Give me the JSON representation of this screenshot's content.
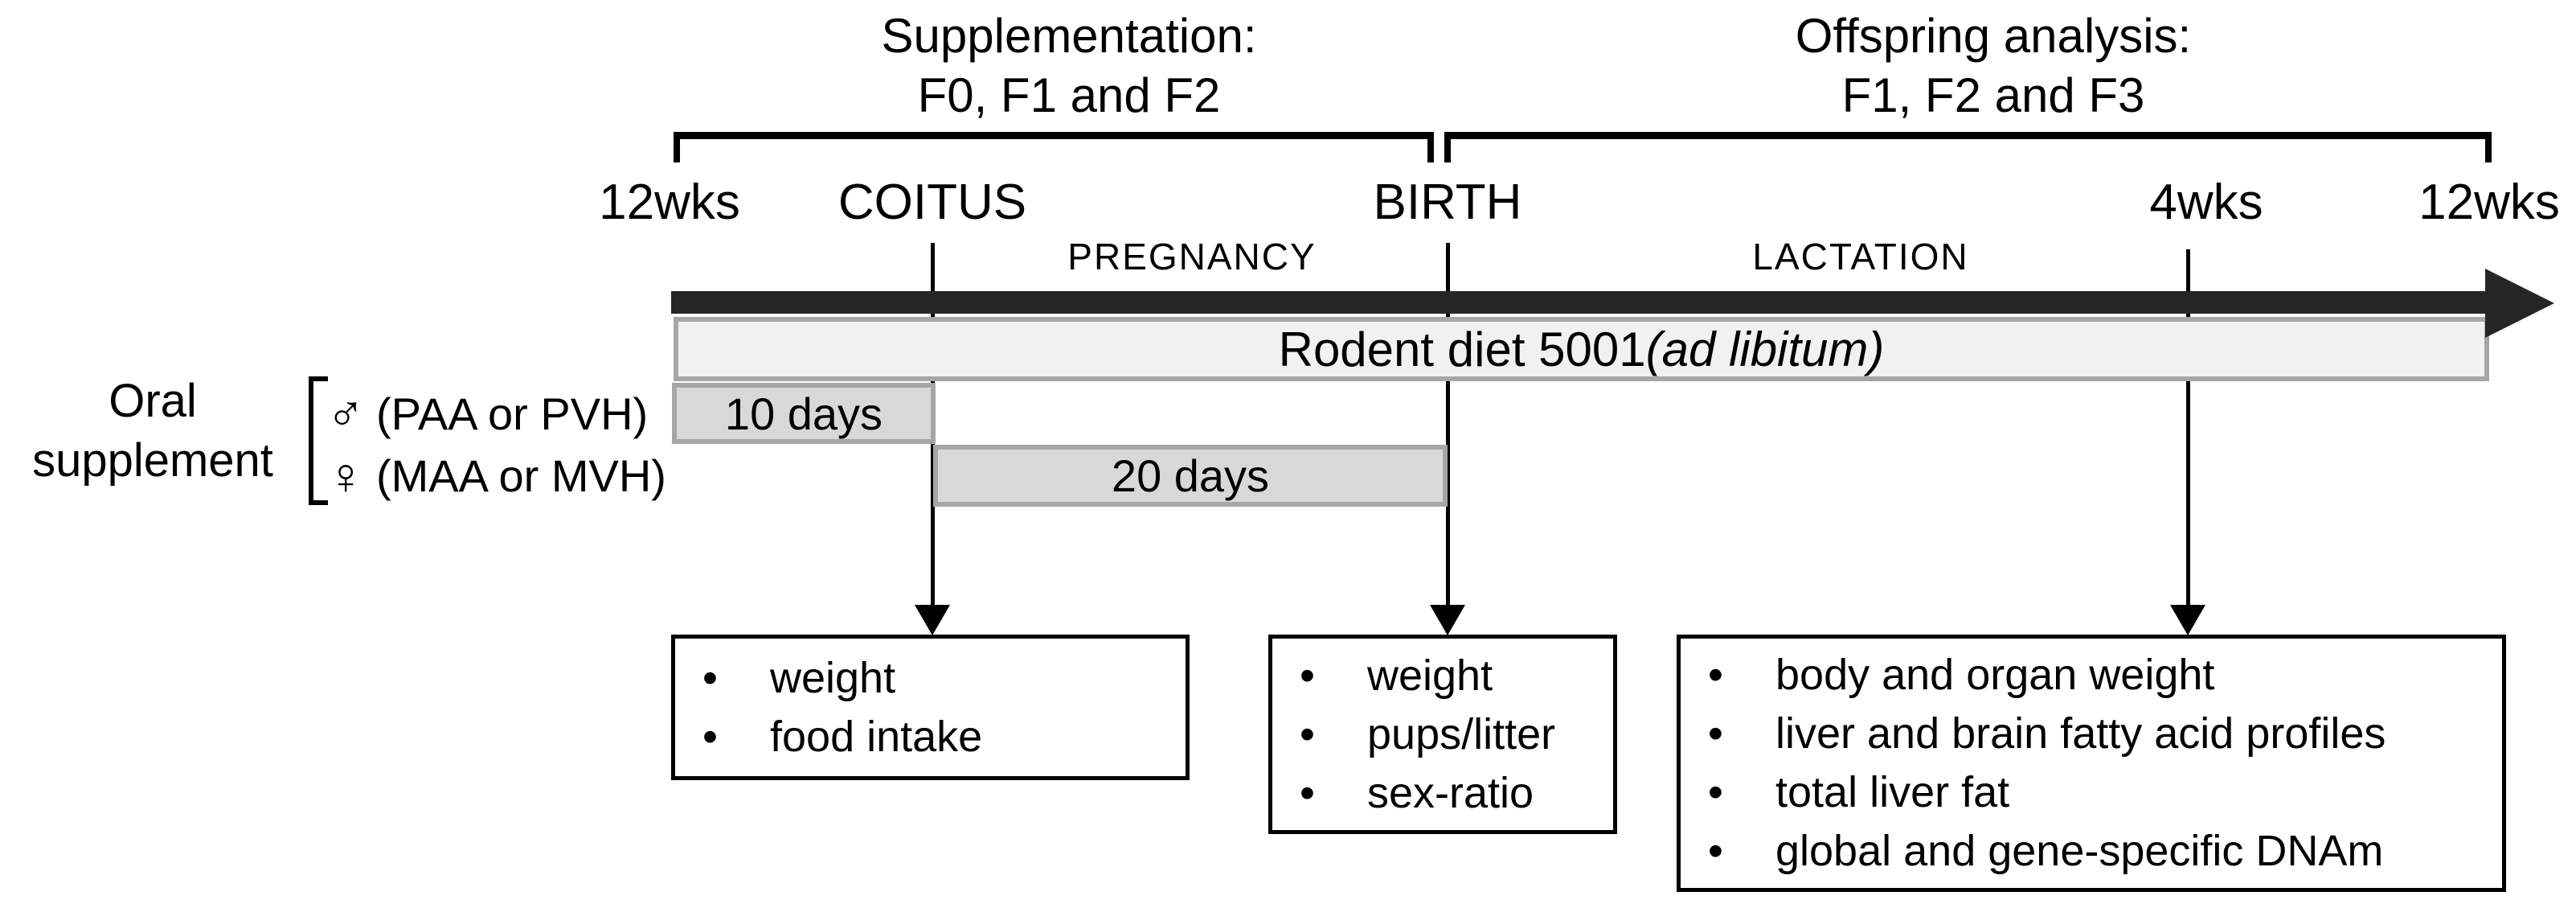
{
  "figure": {
    "headings": {
      "supplementation_line1": "Supplementation:",
      "supplementation_line2": "F0, F1 and F2",
      "offspring_line1": "Offspring analysis:",
      "offspring_line2": "F1, F2 and F3"
    },
    "timeline": {
      "label_start": "12wks",
      "label_coitus": "COITUS",
      "label_birth": "BIRTH",
      "label_4wks": "4wks",
      "label_end": "12wks",
      "phase_pregnancy": "PREGNANCY",
      "phase_lactation": "LACTATION"
    },
    "diet_bar": {
      "text_regular": "Rodent diet 5001 ",
      "text_italic": "(ad libitum)"
    },
    "supplement": {
      "label_line1": "Oral",
      "label_line2": "supplement",
      "male_symbol": "♂",
      "male_text": "(PAA or PVH)",
      "female_symbol": "♀",
      "female_text": "(MAA or MVH)",
      "male_duration": "10 days",
      "female_duration": "20 days"
    },
    "glyphs": {
      "bullet": "•"
    },
    "boxes": [
      {
        "items": [
          "weight",
          "food intake"
        ]
      },
      {
        "items": [
          "weight",
          "pups/litter",
          "sex-ratio"
        ]
      },
      {
        "items": [
          "body and organ weight",
          "liver and brain fatty acid profiles",
          "total liver fat",
          "global and gene-specific DNAm"
        ]
      }
    ],
    "colors": {
      "timeline_bar": "#262626",
      "bar_border": "#a6a6a6",
      "diet_bar_fill": "#f1f1f1",
      "duration_bar_fill": "#d8d8d8",
      "box_border": "#000000",
      "background": "#ffffff",
      "text": "#000000"
    }
  }
}
